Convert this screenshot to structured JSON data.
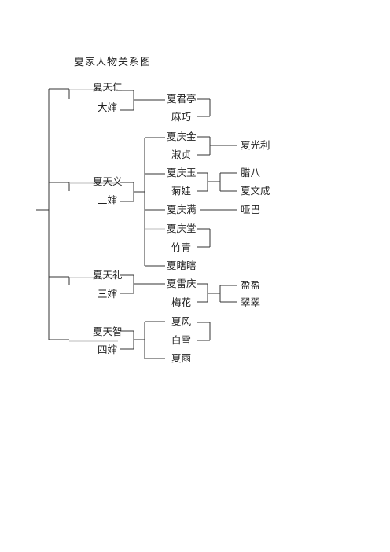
{
  "title": "夏家人物关系图",
  "nodes": {
    "xia_tianren": "夏天仁",
    "da_sao": "大婶",
    "xia_junheng": "夏君亭",
    "ma_qiao": "麻巧",
    "xia_qingjin": "夏庆金",
    "shu_zhen": "淑贞",
    "xia_guangli": "夏光利",
    "xia_tianyi": "夏天义",
    "er_sao": "二婶",
    "xia_qingyu": "夏庆玉",
    "ju_wa": "菊娃",
    "la_ba": "腊八",
    "xia_wencheng": "夏文成",
    "xia_qingman": "夏庆满",
    "ya_ba": "哑巴",
    "xia_qingtang": "夏庆堂",
    "zhu_qing": "竹青",
    "xia_xiaxia": "夏瞎瞎",
    "xia_tianli": "夏天礼",
    "san_sao": "三婶",
    "xia_leiqing": "夏雷庆",
    "mei_hua": "梅花",
    "ying_ying": "盈盈",
    "cui_cui": "翠翠",
    "xia_tianzhi": "夏天智",
    "si_sao": "四婶",
    "xia_feng": "夏风",
    "bai_xue": "白雪",
    "xia_yu": "夏雨"
  }
}
